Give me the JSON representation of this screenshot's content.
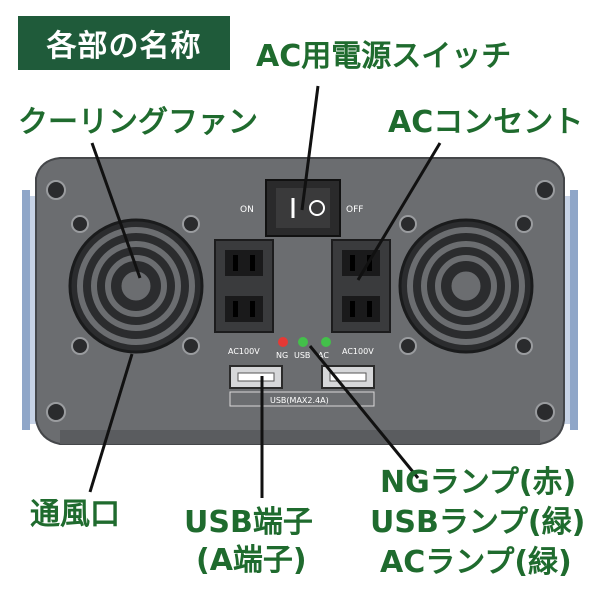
{
  "title": "各部の名称",
  "labels": {
    "ac_switch": "AC用電源スイッチ",
    "cooling_fan": "クーリングファン",
    "ac_outlet": "ACコンセント",
    "vent": "通風口",
    "usb_port_line1": "USB端子",
    "usb_port_line2": "(A端子)",
    "ng_lamp": "NGランプ(赤)",
    "usb_lamp": "USBランプ(緑)",
    "ac_lamp": "ACランプ(緑)"
  },
  "device_text": {
    "switch_on": "ON",
    "switch_off": "OFF",
    "ac100v_left": "AC100V",
    "ac100v_right": "AC100V",
    "lamp_ng": "NG",
    "lamp_usb": "USB",
    "lamp_ac": "AC",
    "usb_max": "USB(MAX2.4A)"
  },
  "colors": {
    "label_green": "#1f6b2e",
    "title_bg": "#1f5b3a",
    "panel": "#6d6f71",
    "ng_lamp": "#e53935",
    "usb_lamp": "#43c04a",
    "ac_lamp": "#43c04a"
  }
}
